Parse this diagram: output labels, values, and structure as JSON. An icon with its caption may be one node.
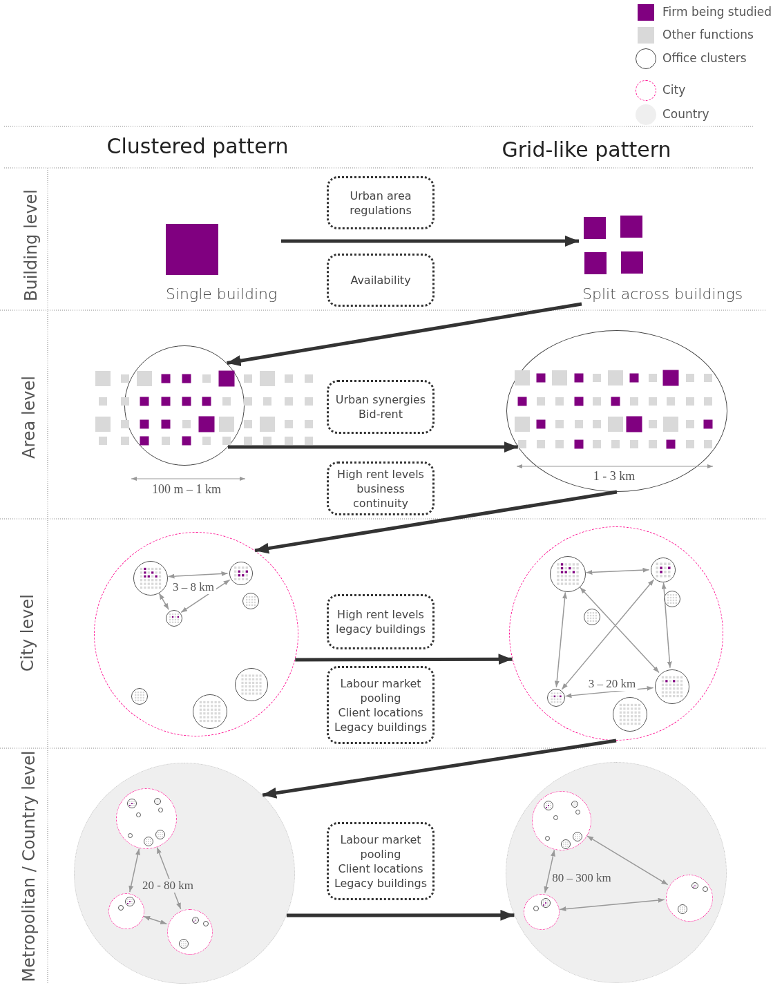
{
  "diagram": {
    "nodes": [
      {
        "text": [
          "Single building"
        ]
      },
      {
        "text": [
          "Urban area regulations"
        ]
      },
      {
        "text": [
          "Availability"
        ]
      },
      {
        "text": [
          "Split across buildings"
        ]
      },
      {
        "text": [],
        "shape": "circle"
      },
      {
        "text": [
          "Urban synergies",
          "Bid-rent"
        ]
      },
      {
        "text": [
          "High rent levels",
          "business continuity"
        ]
      },
      {
        "text": [],
        "shape": "ellipse"
      },
      {
        "text": [],
        "shape": "circle"
      },
      {
        "text": [],
        "shape": "circle",
        "in": 8
      },
      {
        "text": [],
        "shape": "circle",
        "in": 8
      },
      {
        "text": [],
        "shape": "circle",
        "in": 8
      },
      {
        "text": [],
        "shape": "circle",
        "in": 8
      },
      {
        "text": [],
        "shape": "circle",
        "in": 8
      },
      {
        "text": [],
        "shape": "circle",
        "in": 8
      },
      {
        "text": [],
        "shape": "circle",
        "in": 8
      },
      {
        "text": [
          "High rent levels",
          "legacy buildings"
        ]
      },
      {
        "text": [
          "Labour market pooling",
          "Client locations",
          "Legacy buildings"
        ]
      },
      {
        "text": [],
        "shape": "circle"
      },
      {
        "text": [],
        "shape": "circle",
        "in": 18
      },
      {
        "text": [],
        "shape": "circle",
        "in": 18
      },
      {
        "text": [],
        "shape": "circle",
        "in": 18
      },
      {
        "text": [],
        "shape": "circle",
        "in": 18
      },
      {
        "text": [],
        "shape": "circle",
        "in": 18
      },
      {
        "text": [],
        "shape": "circle",
        "in": 18
      },
      {
        "text": [],
        "shape": "circle",
        "in": 18
      },
      {
        "text": [],
        "shape": "circle"
      },
      {
        "text": [],
        "shape": "circle",
        "in": 26
      },
      {
        "text": [],
        "shape": "circle",
        "in": 27
      },
      {
        "text": [],
        "shape": "circle",
        "in": 27
      },
      {
        "text": [],
        "shape": "circle",
        "in": 27
      },
      {
        "text": [],
        "shape": "circle",
        "in": 27
      },
      {
        "text": [],
        "shape": "circle",
        "in": 27
      },
      {
        "text": [],
        "shape": "circle",
        "in": 27
      },
      {
        "text": [],
        "shape": "circle",
        "in": 27
      },
      {
        "text": [],
        "shape": "circle",
        "in": 26
      },
      {
        "text": [],
        "shape": "circle",
        "in": 35
      },
      {
        "text": [],
        "shape": "circle",
        "in": 35
      },
      {
        "text": [],
        "shape": "circle",
        "in": 26
      },
      {
        "text": [],
        "shape": "circle",
        "in": 38
      },
      {
        "text": [],
        "shape": "circle",
        "in": 38
      },
      {
        "text": [],
        "shape": "circle",
        "in": 38
      },
      {
        "text": [
          "Labour market pooling",
          "Client locations",
          "Legacy buildings"
        ]
      },
      {
        "text": [],
        "shape": "circle"
      },
      {
        "text": [],
        "shape": "circle",
        "in": 43
      },
      {
        "text": [],
        "shape": "circle",
        "in": 44
      },
      {
        "text": [],
        "shape": "circle",
        "in": 44
      },
      {
        "text": [],
        "shape": "circle",
        "in": 44
      },
      {
        "text": [],
        "shape": "circle",
        "in": 44
      },
      {
        "text": [],
        "shape": "circle",
        "in": 44
      },
      {
        "text": [],
        "shape": "circle",
        "in": 44
      },
      {
        "text": [],
        "shape": "circle",
        "in": 44
      },
      {
        "text": [],
        "shape": "circle",
        "in": 43
      },
      {
        "text": [],
        "shape": "circle",
        "in": 52
      },
      {
        "text": [],
        "shape": "circle",
        "in": 52
      },
      {
        "text": [],
        "shape": "circle",
        "in": 43
      },
      {
        "text": [],
        "shape": "circle",
        "in": 55
      },
      {
        "text": [],
        "shape": "circle",
        "in": 55
      },
      {
        "text": [],
        "shape": "circle",
        "in": 55
      }
    ],
    "edges": [
      {
        "from": 0,
        "to": 3,
        "arrow": "to",
        "style": "thick",
        "color": "#333333"
      },
      {
        "from": 3,
        "to": 4,
        "arrow": "to",
        "style": "thick",
        "color": "#333333"
      },
      {
        "from": 4,
        "to": 7,
        "arrow": "to",
        "style": "thick",
        "color": "#333333"
      },
      {
        "from": 7,
        "to": 8,
        "arrow": "to",
        "style": "thick",
        "color": "#333333"
      },
      {
        "from": 9,
        "to": 10,
        "arrow": "both",
        "label": "3 – 8 km"
      },
      {
        "from": 9,
        "to": 12,
        "arrow": "both"
      },
      {
        "from": 12,
        "to": 10,
        "arrow": "both"
      },
      {
        "from": 8,
        "to": 18,
        "arrow": "to",
        "style": "thick",
        "color": "#333333"
      },
      {
        "from": 19,
        "to": 20,
        "arrow": "both"
      },
      {
        "from": 19,
        "to": 24,
        "arrow": "both"
      },
      {
        "from": 19,
        "to": 23,
        "arrow": "both"
      },
      {
        "from": 20,
        "to": 24,
        "arrow": "both"
      },
      {
        "from": 20,
        "to": 23,
        "arrow": "both"
      },
      {
        "from": 24,
        "to": 23,
        "arrow": "both",
        "label": "3 – 20 km"
      },
      {
        "from": 18,
        "to": 26,
        "arrow": "to",
        "style": "thick",
        "color": "#333333"
      },
      {
        "from": 27,
        "to": 35,
        "arrow": "both",
        "label": "20 - 80 km"
      },
      {
        "from": 27,
        "to": 38,
        "arrow": "both"
      },
      {
        "from": 35,
        "to": 38,
        "arrow": "both"
      },
      {
        "from": 26,
        "to": 43,
        "arrow": "to",
        "style": "thick",
        "color": "#333333"
      },
      {
        "from": 44,
        "to": 52,
        "arrow": "both",
        "label": "80 – 300 km"
      },
      {
        "from": 44,
        "to": 55,
        "arrow": "both"
      },
      {
        "from": 52,
        "to": 55,
        "arrow": "both"
      }
    ],
    "labels": [
      "Clustered pattern",
      "Grid-like pattern",
      "Building level",
      "Area level",
      "City level",
      "Metropolitan / Country level",
      "100 m – 1 km",
      "1 - 3 km"
    ],
    "legend": [
      {
        "text": "Firm being studied",
        "color": "#800080"
      },
      {
        "text": "Other functions",
        "color": "#d9d9d9"
      },
      {
        "text": "Office clusters"
      },
      {
        "text": "City"
      },
      {
        "text": "Country",
        "color": "#efefef"
      }
    ]
  }
}
